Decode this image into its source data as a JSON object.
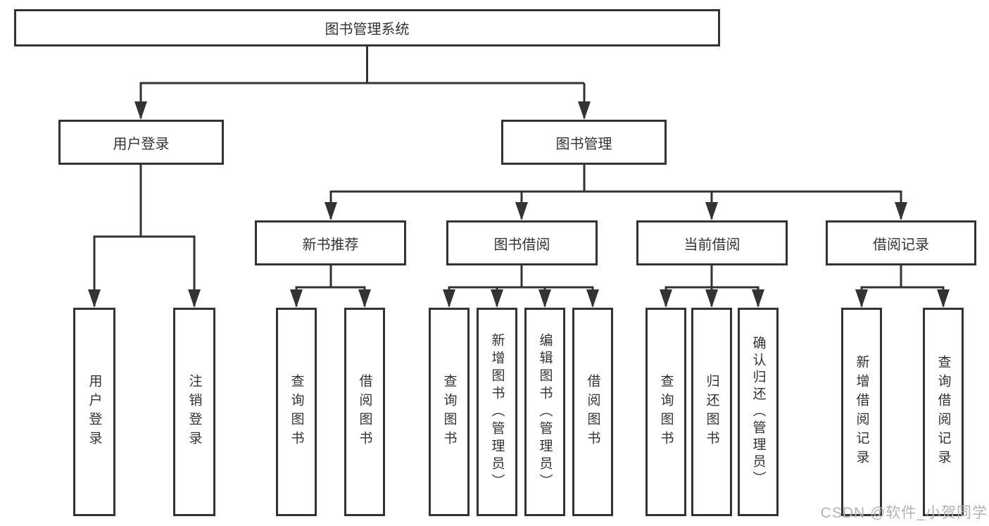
{
  "diagram_title": "图书管理系统",
  "nodes": {
    "root": "图书管理系统",
    "user_login": "用户登录",
    "book_mgmt": "图书管理",
    "new_book_rec": "新书推荐",
    "book_borrow": "图书借阅",
    "current_borrow": "当前借阅",
    "borrow_record": "借阅记录",
    "leaf_user_login": "用户登录",
    "leaf_logout": "注销登录",
    "leaf_nb_query_book": "查询图书",
    "leaf_nb_borrow_book": "借阅图书",
    "leaf_bb_query_book": "查询图书",
    "leaf_bb_add_book": "新增图书（管理员）",
    "leaf_bb_edit_book": "编辑图书（管理员）",
    "leaf_bb_borrow_book": "借阅图书",
    "leaf_cb_query_book": "查询图书",
    "leaf_cb_return_book": "归还图书",
    "leaf_cb_confirm_return": "确认归还（管理员）",
    "leaf_br_add_record": "新增借阅记录",
    "leaf_br_query_record": "查询借阅记录"
  },
  "watermark": "CSDN @软件_小贺同学",
  "colors": {
    "line": "#333333",
    "text": "#333333",
    "box_background": "#ffffff",
    "watermark": "#b2b2b2",
    "page_background": "#ffffff"
  }
}
